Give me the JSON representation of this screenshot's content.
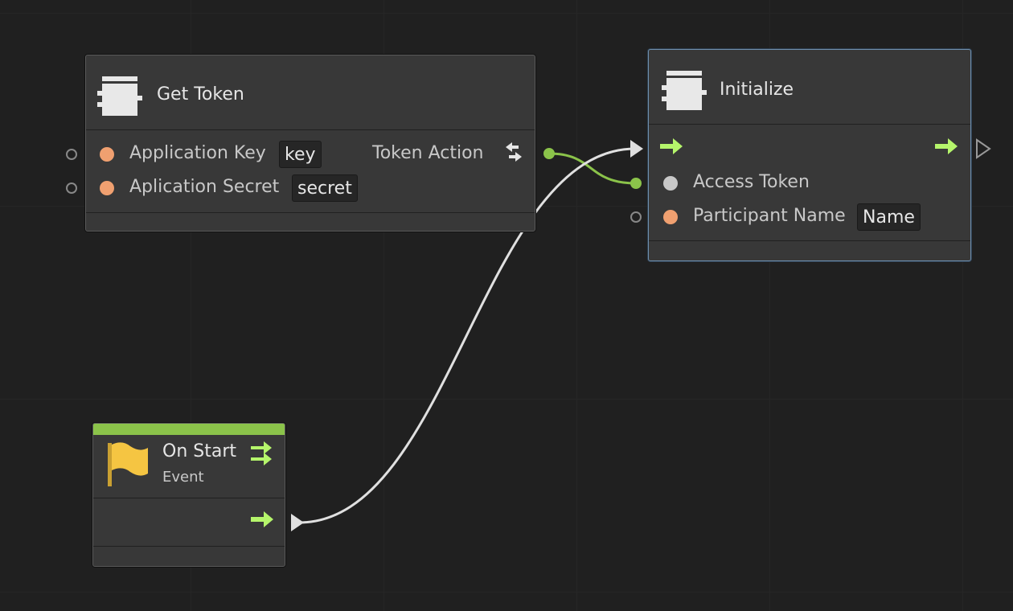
{
  "nodes": {
    "get_token": {
      "title": "Get Token",
      "inputs": [
        {
          "label": "Application Key",
          "value": "key"
        },
        {
          "label": "Aplication Secret",
          "value": "secret"
        }
      ],
      "output_label": "Token Action"
    },
    "initialize": {
      "title": "Initialize",
      "inputs": [
        {
          "label": "Access Token"
        },
        {
          "label": "Participant Name",
          "value": "Name"
        }
      ]
    },
    "on_start": {
      "title": "On Start",
      "subtitle": "Event"
    }
  },
  "colors": {
    "background": "#202020",
    "node_body": "#383838",
    "data_port_green": "#8bc34a",
    "flow_arrow": "#b5f56b",
    "value_port_orange": "#f0a070",
    "event_header": "#8bc34a",
    "flag_yellow": "#f5c542",
    "wire_white": "#e0e0e0",
    "wire_green": "#8bc34a"
  },
  "icons": [
    "script-block-icon",
    "flag-icon",
    "flow-arrow-icon",
    "token-action-icon"
  ]
}
